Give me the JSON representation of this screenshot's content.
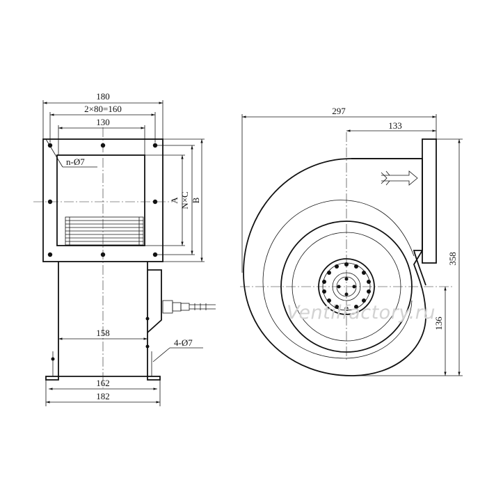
{
  "drawing": {
    "front_view": {
      "dim_total_width": "180",
      "dim_hole_pitch": "2×80=160",
      "dim_inner_width": "130",
      "dim_holes": "n-Ø7",
      "dim_a": "A",
      "dim_nxc": "N×C",
      "dim_b": "B",
      "dim_base_inner": "158",
      "dim_base_holes": "4-Ø7",
      "dim_base_162": "162",
      "dim_base_182": "182"
    },
    "side_view": {
      "dim_297": "297",
      "dim_133": "133",
      "dim_358": "358",
      "dim_136": "136"
    },
    "watermark": "Ventilfactory.ru"
  }
}
